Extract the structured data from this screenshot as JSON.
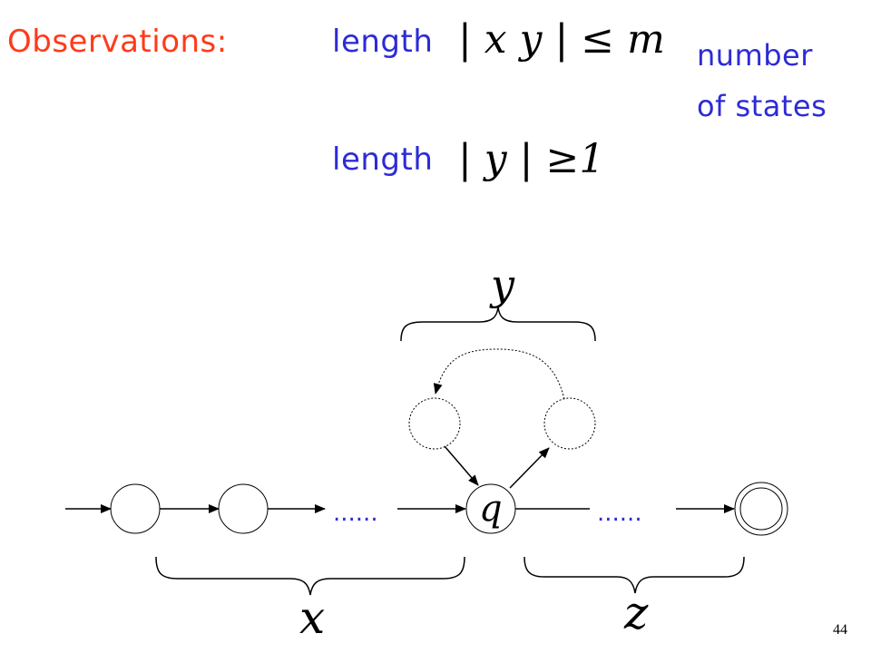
{
  "slide": {
    "title": "Observations:",
    "line1": {
      "word": "length",
      "expr": "| x y |  ≤  m"
    },
    "line2": {
      "word": "length",
      "expr": "| y |  ≥1"
    },
    "note": [
      "number",
      "of states"
    ],
    "page_number": "44"
  },
  "diagram": {
    "dots_left": "......",
    "dots_right": "......",
    "state_label": "q",
    "brace_top_label": "y",
    "brace_left_label": "x",
    "brace_right_label": "z"
  },
  "colors": {
    "title": "#ff3a1a",
    "text": "#2d2bd6",
    "line": "#000000"
  }
}
